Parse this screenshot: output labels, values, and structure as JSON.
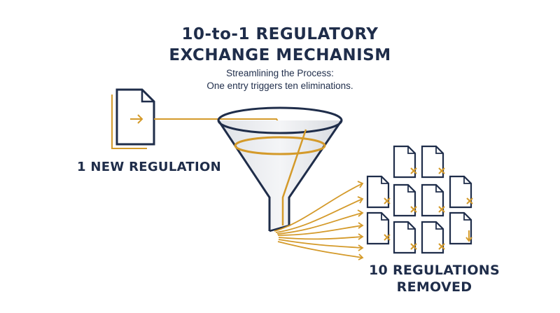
{
  "title": {
    "line1": "10-to-1 REGULATORY",
    "line2": "EXCHANGE MECHANISM"
  },
  "subtitle": {
    "line1": "Streamlining the Process:",
    "line2": "One entry triggers ten eliminations."
  },
  "labels": {
    "new_regulation": "1 NEW REGULATION",
    "removed_line1": "10 REGULATIONS",
    "removed_line2": "REMOVED"
  },
  "icons": {
    "input_document": "document-arrow-icon",
    "funnel": "funnel-icon",
    "removed_document": "document-x-icon"
  },
  "colors": {
    "navy": "#1f2d4a",
    "gold": "#d49a2a",
    "funnel_fill": "#e6e8ec"
  },
  "removed_count": 10
}
